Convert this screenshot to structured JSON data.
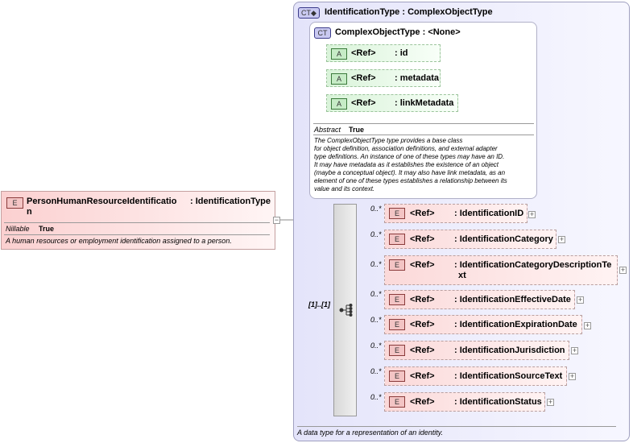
{
  "root_element": {
    "badge": "E",
    "name_line1": "PersonHumanResourceIdentificatio",
    "name_line2": "n",
    "type": ": IdentificationType",
    "nillable_label": "Nillable",
    "nillable_value": "True",
    "documentation": "A human resources or employment identification assigned to a person."
  },
  "identification_type": {
    "badge": "CT",
    "title": "IdentificationType : ComplexObjectType",
    "documentation": "A data type for a representation of an identity."
  },
  "complex_object_type": {
    "badge": "CT",
    "title": "ComplexObjectType : <None>",
    "abstract_label": "Abstract",
    "abstract_value": "True",
    "documentation_lines": [
      "The ComplexObjectType type provides a base class",
      "for object definition, association definitions, and external adapter",
      "type definitions. An instance of one of these types may have an ID.",
      "It may have metadata as it establishes the existence of an object",
      "(maybe a conceptual object). It may also have link metadata, as an",
      "element of one of these types establishes a relationship between its",
      "value and its context."
    ],
    "attributes": [
      {
        "badge": "A",
        "ref": "<Ref>",
        "name": ": id"
      },
      {
        "badge": "A",
        "ref": "<Ref>",
        "name": ": metadata"
      },
      {
        "badge": "A",
        "ref": "<Ref>",
        "name": ": linkMetadata"
      }
    ]
  },
  "sequence": {
    "multiplicity": "[1]..[1]"
  },
  "elements": [
    {
      "badge": "E",
      "cardinality": "0..*",
      "ref": "<Ref>",
      "name": ": IdentificationID"
    },
    {
      "badge": "E",
      "cardinality": "0..*",
      "ref": "<Ref>",
      "name": ": IdentificationCategory"
    },
    {
      "badge": "E",
      "cardinality": "0..*",
      "ref": "<Ref>",
      "name_line1": ": IdentificationCategoryDescriptionTe",
      "name_line2": "xt"
    },
    {
      "badge": "E",
      "cardinality": "0..*",
      "ref": "<Ref>",
      "name": ": IdentificationEffectiveDate"
    },
    {
      "badge": "E",
      "cardinality": "0..*",
      "ref": "<Ref>",
      "name": ": IdentificationExpirationDate"
    },
    {
      "badge": "E",
      "cardinality": "0..*",
      "ref": "<Ref>",
      "name": ": IdentificationJurisdiction"
    },
    {
      "badge": "E",
      "cardinality": "0..*",
      "ref": "<Ref>",
      "name": ": IdentificationSourceText"
    },
    {
      "badge": "E",
      "cardinality": "0..*",
      "ref": "<Ref>",
      "name": ": IdentificationStatus"
    }
  ],
  "colors": {
    "element_fill": "#fbd9d9",
    "attribute_fill": "#d9f3d9",
    "complex_type_fill": "#e6e6fa"
  }
}
